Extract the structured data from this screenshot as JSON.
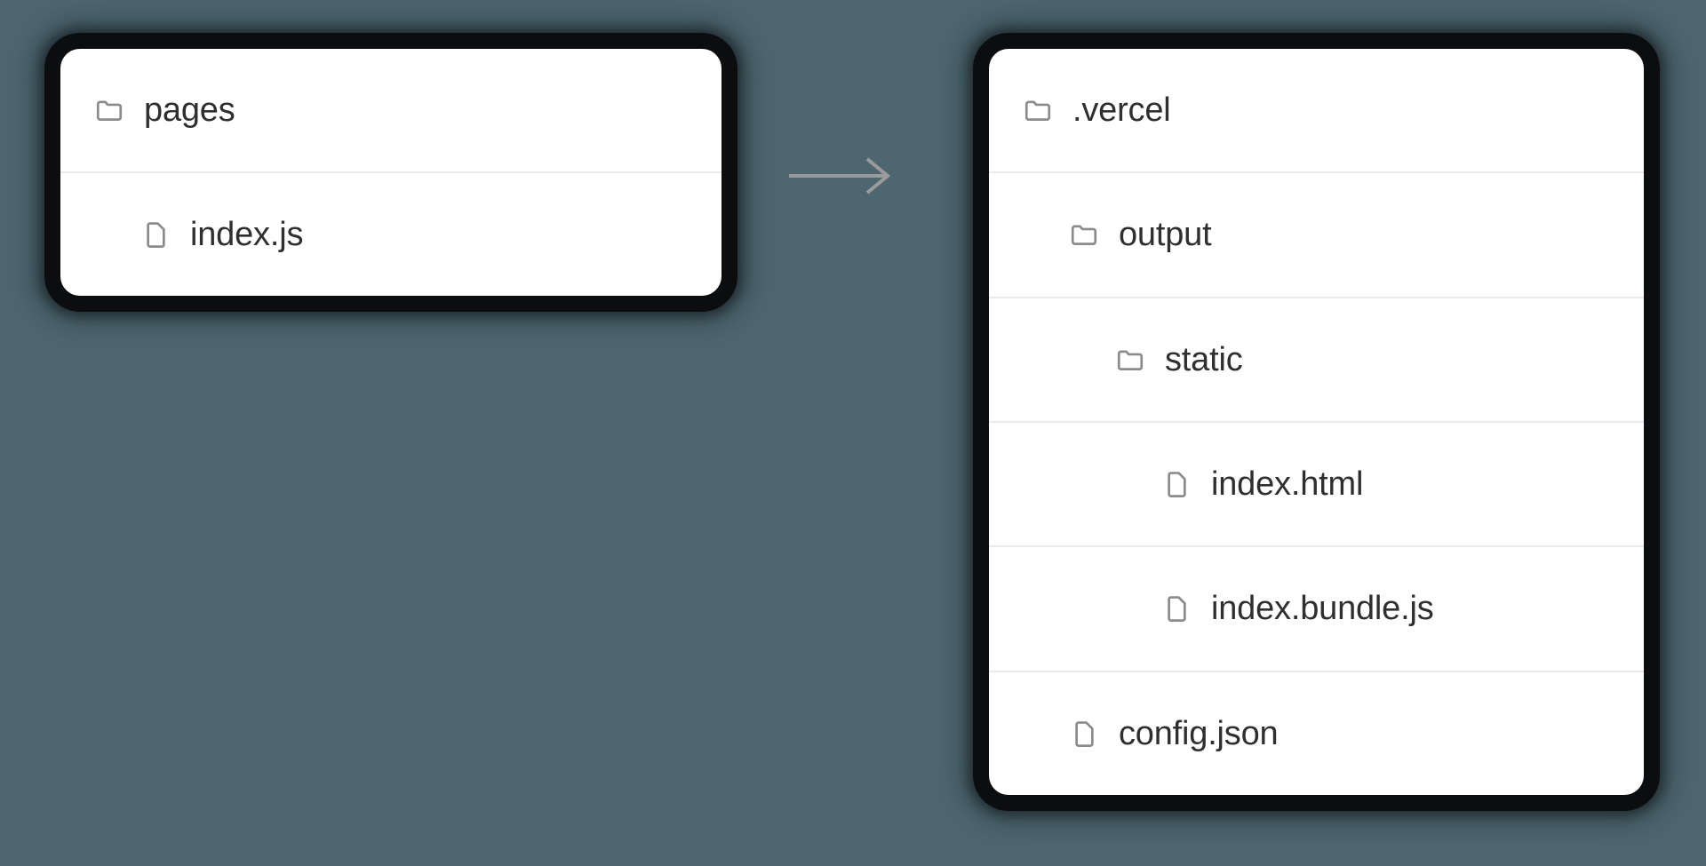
{
  "background_color": "#4d6670",
  "card_color": "#ffffff",
  "text_color": "#2f2f2f",
  "icon_color": "#8b8b8b",
  "divider_color": "#e9eaec",
  "arrow_color": "#9b9b9b",
  "diagram": {
    "transform_arrow": {
      "icon": "arrow-right-icon",
      "direction": "right"
    },
    "source_tree": {
      "title": "source",
      "rows": [
        {
          "label": "pages",
          "icon": "folder-icon",
          "depth": 0,
          "type": "folder"
        },
        {
          "label": "index.js",
          "icon": "file-icon",
          "depth": 1,
          "type": "file"
        }
      ]
    },
    "output_tree": {
      "title": "output",
      "rows": [
        {
          "label": ".vercel",
          "icon": "folder-icon",
          "depth": 0,
          "type": "folder"
        },
        {
          "label": "output",
          "icon": "folder-icon",
          "depth": 1,
          "type": "folder"
        },
        {
          "label": "static",
          "icon": "folder-icon",
          "depth": 2,
          "type": "folder"
        },
        {
          "label": "index.html",
          "icon": "file-icon",
          "depth": 3,
          "type": "file"
        },
        {
          "label": "index.bundle.js",
          "icon": "file-icon",
          "depth": 3,
          "type": "file"
        },
        {
          "label": "config.json",
          "icon": "file-icon",
          "depth": 1,
          "type": "file"
        }
      ]
    }
  }
}
